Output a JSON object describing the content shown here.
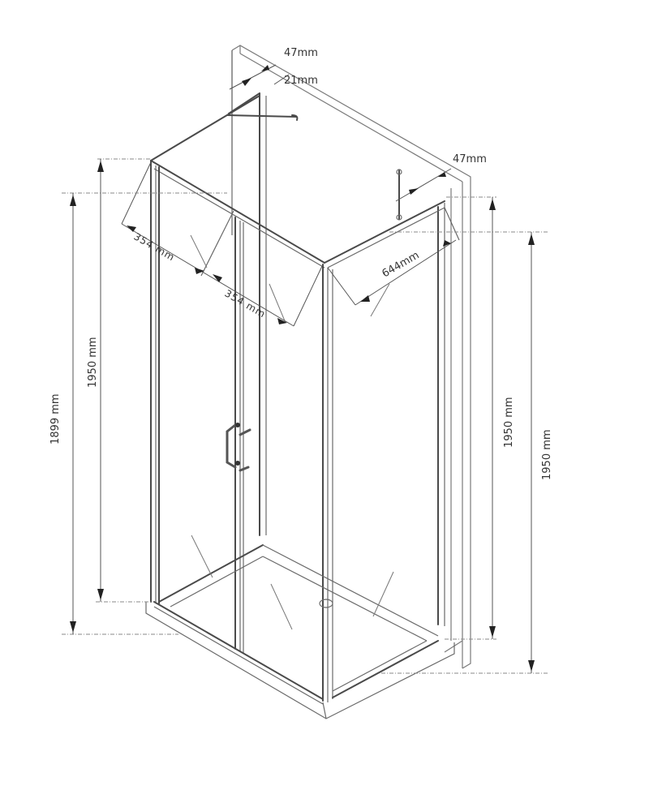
{
  "diagram": {
    "subject": "Shower enclosure with double folding doors - technical dimension drawing",
    "units": "mm",
    "colors": {
      "line": "#4a4a4a",
      "text": "#333333",
      "background": "#ffffff"
    },
    "dimensions": {
      "top_profile_depth": "47mm",
      "top_profile_width": "21mm",
      "side_profile_depth": "47mm",
      "door_panel_left": "354 mm",
      "door_panel_right": "354 mm",
      "side_panel_width": "644mm",
      "door_opening_height": "1899 mm",
      "front_frame_height": "1950 mm",
      "side_frame_height": "1950 mm",
      "total_height": "1950 mm"
    },
    "components": [
      "wall-profile",
      "stabiliser-bar",
      "door-panel-left",
      "door-panel-right",
      "door-handle",
      "side-panel",
      "shower-tray",
      "wall"
    ]
  }
}
